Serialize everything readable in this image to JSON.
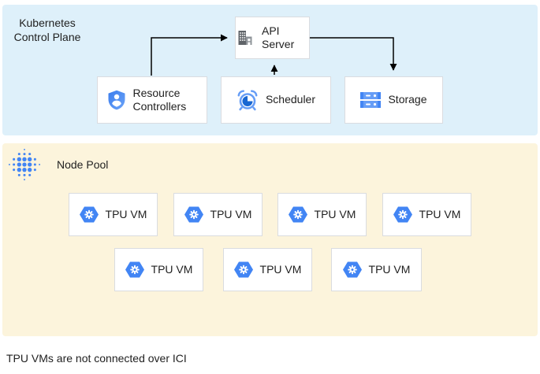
{
  "diagram": {
    "caption": "TPU VMs are not connected over ICI",
    "control_plane": {
      "title": "Kubernetes Control Plane",
      "nodes": {
        "api_server": "API Server",
        "resource_controllers": "Resource Controllers",
        "scheduler": "Scheduler",
        "storage": "Storage"
      },
      "edges": [
        "resource-controllers -> api-server",
        "scheduler -> api-server",
        "api-server -> storage"
      ]
    },
    "node_pool": {
      "title": "Node Pool",
      "vms": [
        {
          "label": "TPU VM"
        },
        {
          "label": "TPU VM"
        },
        {
          "label": "TPU VM"
        },
        {
          "label": "TPU VM"
        },
        {
          "label": "TPU VM"
        },
        {
          "label": "TPU VM"
        },
        {
          "label": "TPU VM"
        }
      ]
    },
    "colors": {
      "control_plane_bg": "#DEF0FA",
      "node_pool_bg": "#FCF4DC",
      "icon_blue": "#4285F4",
      "icon_blue_light": "#669DF6",
      "icon_blue_dark": "#1967D2",
      "icon_gray": "#5F6368",
      "box_border": "#DADCE0",
      "arrow": "#000000"
    }
  }
}
